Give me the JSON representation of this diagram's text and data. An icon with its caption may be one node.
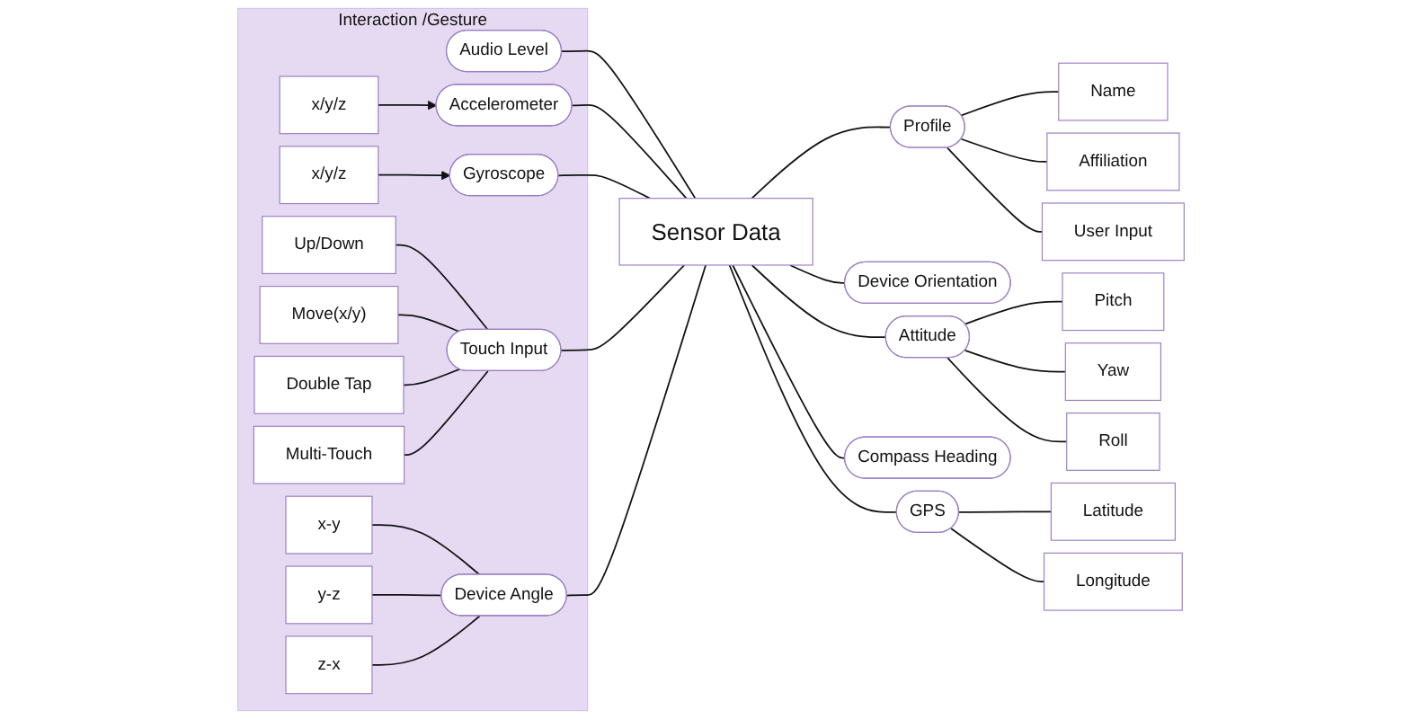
{
  "diagram": {
    "nodes": [
      {
        "text": [
          "Interaction /Gesture"
        ]
      },
      {
        "text": [
          "Audio Level"
        ],
        "in": 0
      },
      {
        "text": [
          "x/y/z"
        ],
        "in": 0
      },
      {
        "text": [
          "Accelerometer"
        ],
        "in": 0
      },
      {
        "text": [
          "x/y/z"
        ],
        "in": 0
      },
      {
        "text": [
          "Gyroscope"
        ],
        "in": 0
      },
      {
        "text": [
          "Up/Down"
        ],
        "in": 0
      },
      {
        "text": [
          "Move(x/y)"
        ],
        "in": 0
      },
      {
        "text": [
          "Double Tap"
        ],
        "in": 0
      },
      {
        "text": [
          "Multi-Touch"
        ],
        "in": 0
      },
      {
        "text": [
          "Touch Input"
        ],
        "in": 0
      },
      {
        "text": [
          "x-y"
        ],
        "in": 0
      },
      {
        "text": [
          "y-z"
        ],
        "in": 0
      },
      {
        "text": [
          "z-x"
        ],
        "in": 0
      },
      {
        "text": [
          "Device Angle"
        ],
        "in": 0
      },
      {
        "text": [
          "Sensor Data"
        ]
      },
      {
        "text": [
          "Profile"
        ]
      },
      {
        "text": [
          "Name"
        ]
      },
      {
        "text": [
          "Affiliation"
        ]
      },
      {
        "text": [
          "User Input"
        ]
      },
      {
        "text": [
          "Device Orientation"
        ]
      },
      {
        "text": [
          "Attitude"
        ]
      },
      {
        "text": [
          "Pitch"
        ]
      },
      {
        "text": [
          "Yaw"
        ]
      },
      {
        "text": [
          "Roll"
        ]
      },
      {
        "text": [
          "Compass Heading"
        ]
      },
      {
        "text": [
          "GPS"
        ]
      },
      {
        "text": [
          "Latitude"
        ]
      },
      {
        "text": [
          "Longitude"
        ]
      }
    ],
    "edges": [
      {
        "from": 2,
        "to": 3,
        "arrow": "to"
      },
      {
        "from": 4,
        "to": 5,
        "arrow": "to"
      },
      {
        "from": 6,
        "to": 10,
        "arrow": "none"
      },
      {
        "from": 7,
        "to": 10,
        "arrow": "none"
      },
      {
        "from": 8,
        "to": 10,
        "arrow": "none"
      },
      {
        "from": 9,
        "to": 10,
        "arrow": "none"
      },
      {
        "from": 11,
        "to": 14,
        "arrow": "none"
      },
      {
        "from": 12,
        "to": 14,
        "arrow": "none"
      },
      {
        "from": 13,
        "to": 14,
        "arrow": "none"
      },
      {
        "from": 1,
        "to": 15,
        "arrow": "none"
      },
      {
        "from": 3,
        "to": 15,
        "arrow": "none"
      },
      {
        "from": 5,
        "to": 15,
        "arrow": "none"
      },
      {
        "from": 10,
        "to": 15,
        "arrow": "none"
      },
      {
        "from": 14,
        "to": 15,
        "arrow": "none"
      },
      {
        "from": 15,
        "to": 16,
        "arrow": "none"
      },
      {
        "from": 15,
        "to": 20,
        "arrow": "none"
      },
      {
        "from": 15,
        "to": 21,
        "arrow": "none"
      },
      {
        "from": 15,
        "to": 25,
        "arrow": "none"
      },
      {
        "from": 15,
        "to": 26,
        "arrow": "none"
      },
      {
        "from": 16,
        "to": 17,
        "arrow": "none"
      },
      {
        "from": 16,
        "to": 18,
        "arrow": "none"
      },
      {
        "from": 16,
        "to": 19,
        "arrow": "none"
      },
      {
        "from": 21,
        "to": 22,
        "arrow": "none"
      },
      {
        "from": 21,
        "to": 23,
        "arrow": "none"
      },
      {
        "from": 21,
        "to": 24,
        "arrow": "none"
      },
      {
        "from": 26,
        "to": 27,
        "arrow": "none"
      },
      {
        "from": 26,
        "to": 28,
        "arrow": "none"
      }
    ]
  }
}
